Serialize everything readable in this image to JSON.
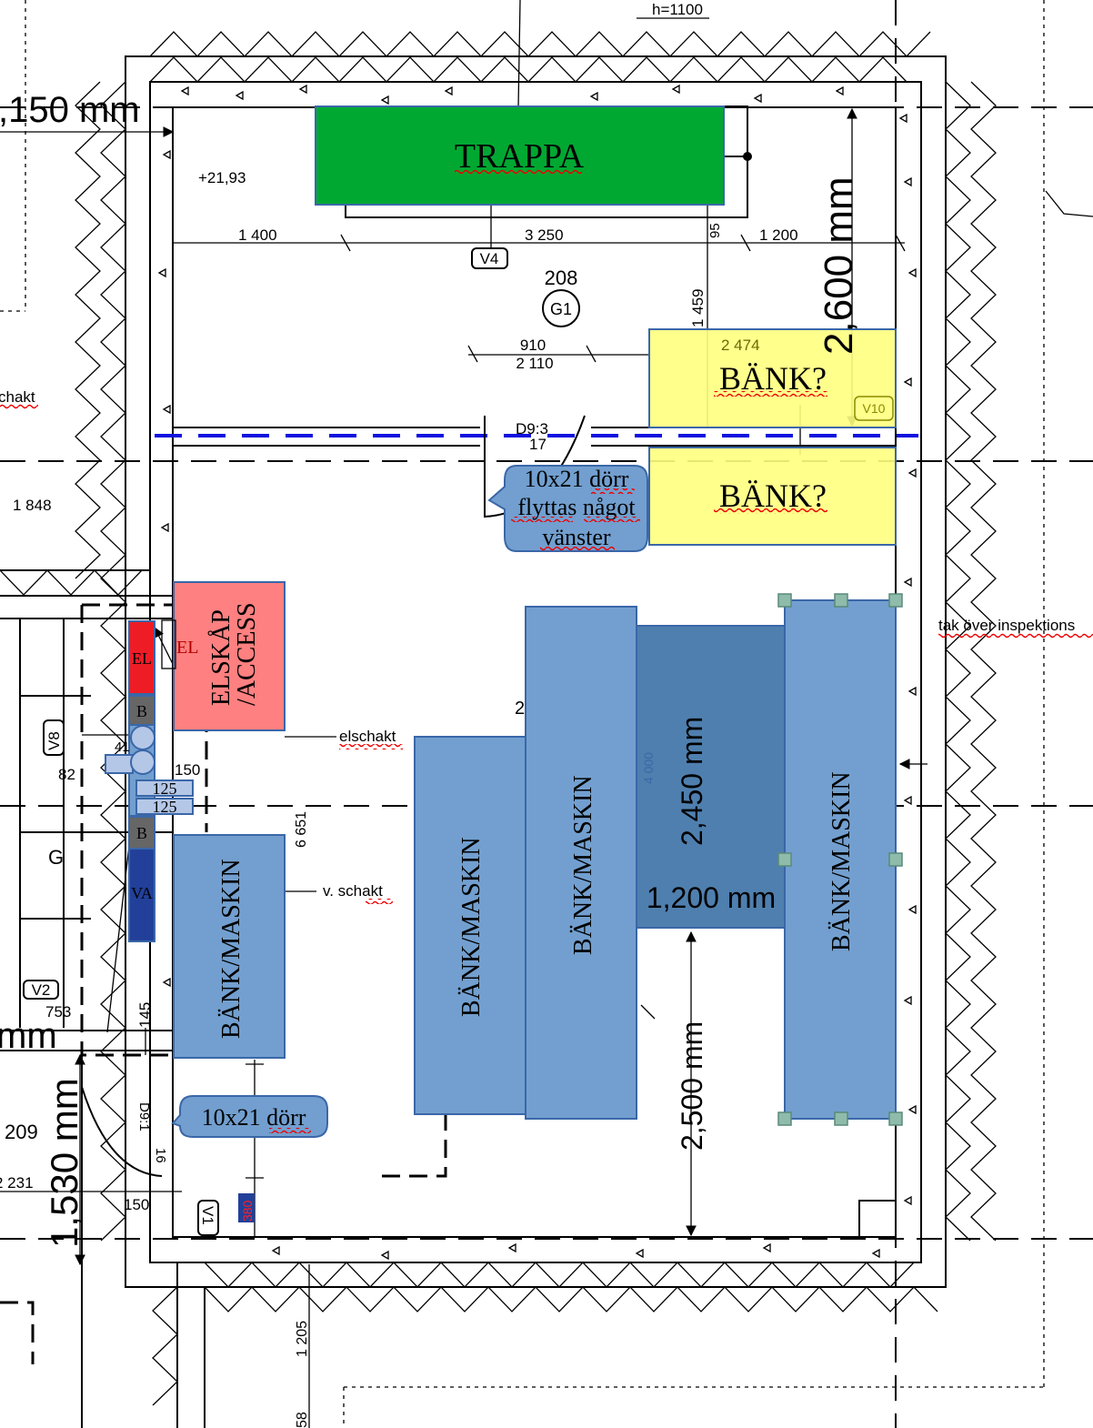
{
  "colors": {
    "trappa": "#00a832",
    "yellow": "#ffff80",
    "pink": "#ff8080",
    "bench": "#729fcf",
    "bench_dark": "#4f7fae",
    "el_red": "#ee1c25",
    "va_blue": "#22409a",
    "gray": "#666666",
    "dim_blue": "#1010e0"
  },
  "top": {
    "height_note": "h=1100",
    "dim_left_big": ",150 mm",
    "level": "+21,93"
  },
  "trappa": {
    "label": "TRAPPA"
  },
  "dims_top": {
    "d1": "1 400",
    "d2": "3 250",
    "d3": "1 200",
    "d4": "95",
    "v4": "V4"
  },
  "room": {
    "number": "208",
    "code": "G1",
    "d_1459": "1 459",
    "dim_2600": "2,600 mm",
    "d_910": "910",
    "d_2110": "2 110",
    "d_2474": "2 474",
    "v10": "V10"
  },
  "banks_top": [
    {
      "label": "BÄNK?"
    },
    {
      "label": "BÄNK?"
    }
  ],
  "door_top": {
    "code": "D9:3",
    "num": "17"
  },
  "callout_top": {
    "line1": "10x21 dörr",
    "line2": "flyttas något",
    "line3": "vänster"
  },
  "left": {
    "schakt": "chakt",
    "d_1848": "1 848",
    "g": "G",
    "v8": "V8",
    "d_82": "82",
    "d_41": "41",
    "d_150": "150",
    "v2": "V2",
    "d_753": "753",
    "d_145": "145",
    "mm": "mm",
    "dim_1530": "1,530 mm",
    "room_209": "209",
    "d_2231": "2 231",
    "d_150b": "150",
    "v1": "V1",
    "d_380": "380",
    "d_1205": "1 205",
    "d_58": "58"
  },
  "right": {
    "note": "tak över inspektions"
  },
  "elskap": {
    "line1": "ELSKÅP",
    "line2": "/ACCESS",
    "el_small": "EL"
  },
  "shaft": {
    "el": "EL",
    "b1": "B",
    "p1": "125",
    "p2": "125",
    "b2": "B",
    "va": "VA"
  },
  "labels": {
    "elschakt": "elschakt",
    "d_6651": "6 651",
    "v_schakt": "v. schakt",
    "d_2": "2",
    "d_4000": "4 000"
  },
  "benches": [
    {
      "label": "BÄNK/MASKIN"
    },
    {
      "label": "BÄNK/MASKIN"
    },
    {
      "label": "BÄNK/MASKIN"
    },
    {
      "label": "BÄNK/MASKIN"
    }
  ],
  "dims_main": {
    "d_2450": "2,450 mm",
    "d_1200": "1,200 mm",
    "d_2500": "2,500 mm"
  },
  "door_bottom": {
    "code": "D9:1",
    "num": "16"
  },
  "callout_bottom": {
    "label": "10x21 dörr"
  }
}
